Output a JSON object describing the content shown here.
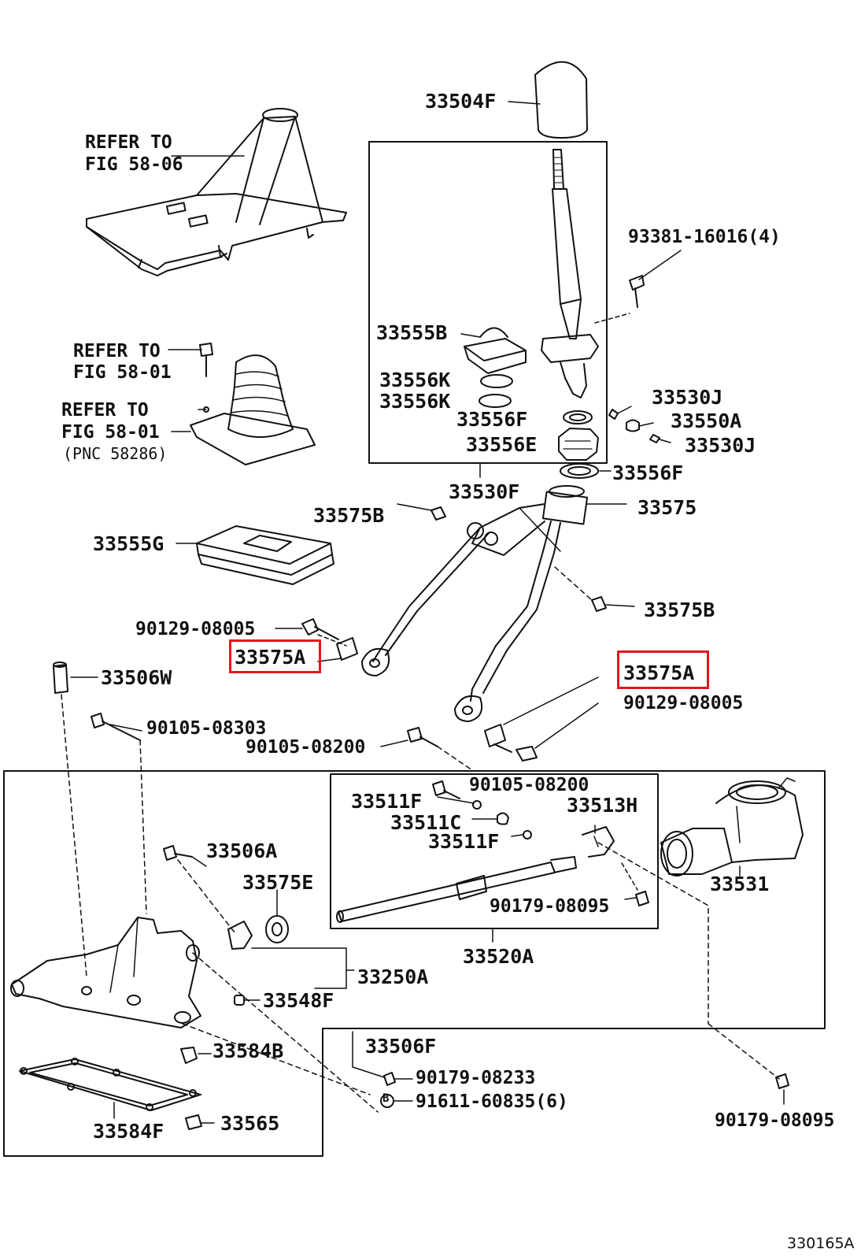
{
  "figure_id": "330165A",
  "highlight_color": "#e3161b",
  "refer": {
    "boot_line1": "REFER TO",
    "boot_line2": "FIG 58-06",
    "bolt_line1": "REFER TO",
    "bolt_line2": "FIG 58-01",
    "gaiter_line1": "REFER TO",
    "gaiter_line2": "FIG 58-01",
    "gaiter_pnc": "(PNC 58286)"
  },
  "parts": {
    "p33504F": "33504F",
    "p93381": "93381-16016(4)",
    "p33555B": "33555B",
    "p33556K_1": "33556K",
    "p33556K_2": "33556K",
    "p33556F_1": "33556F",
    "p33556E": "33556E",
    "p33530J_1": "33530J",
    "p33550A": "33550A",
    "p33530J_2": "33530J",
    "p33556F_2": "33556F",
    "p33530F": "33530F",
    "p33575B_1": "33575B",
    "p33575": "33575",
    "p33555G": "33555G",
    "p33575B_2": "33575B",
    "p90129_1": "90129-08005",
    "p33575A_1": "33575A",
    "p33575A_2": "33575A",
    "p33506W": "33506W",
    "p90129_2": "90129-08005",
    "p90105_08303": "90105-08303",
    "p90105_08200_1": "90105-08200",
    "p90105_08200_2": "90105-08200",
    "p33511F_1": "33511F",
    "p33513H": "33513H",
    "p33511C": "33511C",
    "p33511F_2": "33511F",
    "p33506A": "33506A",
    "p33531": "33531",
    "p33575E": "33575E",
    "p90179_08095_1": "90179-08095",
    "p33520A": "33520A",
    "p33250A": "33250A",
    "p33548F": "33548F",
    "p33506F": "33506F",
    "p33584B": "33584B",
    "p90179_08233": "90179-08233",
    "p91611": "91611-60835(6)",
    "p90179_08095_2": "90179-08095",
    "p33584F": "33584F",
    "p33565": "33565"
  }
}
